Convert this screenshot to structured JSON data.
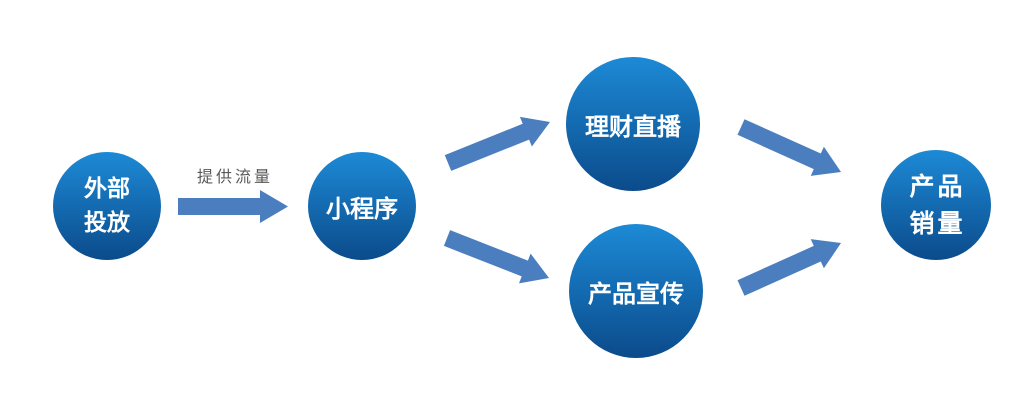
{
  "diagram": {
    "type": "flowchart",
    "colors": {
      "node_top": "#1d8ad6",
      "node_bottom": "#0b4b8b",
      "arrow": "#4a7ebf",
      "edge_label": "#595959",
      "node_text": "#ffffff",
      "background": "#ffffff"
    },
    "nodes": [
      {
        "id": "external-placement",
        "label": "外部投放",
        "lines": [
          "外部",
          "投放"
        ]
      },
      {
        "id": "mini-program",
        "label": "小程序",
        "lines": [
          "小程序"
        ]
      },
      {
        "id": "finance-livestream",
        "label": "理财直播",
        "lines": [
          "理财直播"
        ]
      },
      {
        "id": "product-promotion",
        "label": "产品宣传",
        "lines": [
          "产品宣传"
        ]
      },
      {
        "id": "product-sales",
        "label": "产品销量",
        "lines": [
          "产品",
          "销量"
        ]
      }
    ],
    "edges": [
      {
        "from": "外部投放",
        "to": "小程序",
        "label": "提供流量"
      },
      {
        "from": "小程序",
        "to": "理财直播",
        "label": ""
      },
      {
        "from": "小程序",
        "to": "产品宣传",
        "label": ""
      },
      {
        "from": "理财直播",
        "to": "产品销量",
        "label": ""
      },
      {
        "from": "产品宣传",
        "to": "产品销量",
        "label": ""
      }
    ]
  }
}
